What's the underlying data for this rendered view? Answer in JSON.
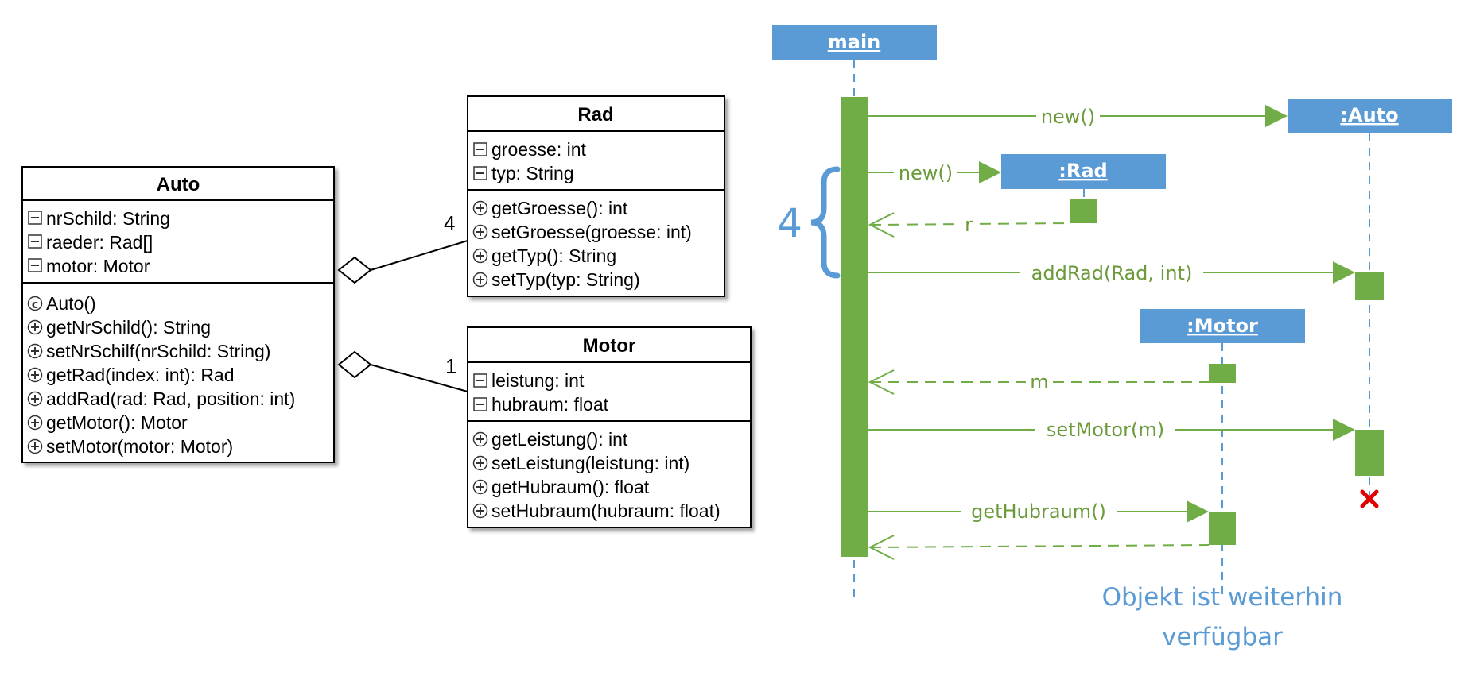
{
  "class_diagram": {
    "classes": [
      {
        "name": "Auto",
        "attributes": [
          "nrSchild: String",
          "raeder: Rad[]",
          "motor: Motor"
        ],
        "constructor": "Auto()",
        "methods": [
          "getNrSchild(): String",
          "setNrSchilf(nrSchild: String)",
          "getRad(index: int): Rad",
          "addRad(rad: Rad, position: int)",
          "getMotor(): Motor",
          "setMotor(motor: Motor)"
        ]
      },
      {
        "name": "Rad",
        "attributes": [
          "groesse: int",
          "typ: String"
        ],
        "methods": [
          "getGroesse(): int",
          "setGroesse(groesse: int)",
          "getTyp(): String",
          "setTyp(typ: String)"
        ]
      },
      {
        "name": "Motor",
        "attributes": [
          "leistung: int",
          "hubraum: float"
        ],
        "methods": [
          "getLeistung(): int",
          "setLeistung(leistung: int)",
          "getHubraum(): float",
          "setHubraum(hubraum: float)"
        ]
      }
    ],
    "associations": [
      {
        "from": "Auto",
        "to": "Rad",
        "type": "aggregation",
        "multiplicity": "4"
      },
      {
        "from": "Auto",
        "to": "Motor",
        "type": "aggregation",
        "multiplicity": "1"
      }
    ]
  },
  "sequence_diagram": {
    "lifelines": [
      "main",
      ":Auto",
      ":Rad",
      ":Motor"
    ],
    "messages": [
      {
        "label": "new()",
        "kind": "create"
      },
      {
        "label": "new()",
        "kind": "create"
      },
      {
        "label": "r",
        "kind": "return"
      },
      {
        "label": "addRad(Rad, int)",
        "kind": "call"
      },
      {
        "label": "m",
        "kind": "return"
      },
      {
        "label": "setMotor(m)",
        "kind": "call"
      },
      {
        "label": "getHubraum()",
        "kind": "call"
      }
    ],
    "loop_count": "4",
    "note": [
      "Objekt ist weiterhin",
      "verfügbar"
    ]
  },
  "colors": {
    "lifeline_header": "#5b9bd5",
    "activation": "#70ad47",
    "message": "#6a9a3a",
    "annotation": "#5b9bd5",
    "destroy": "#e00000"
  }
}
